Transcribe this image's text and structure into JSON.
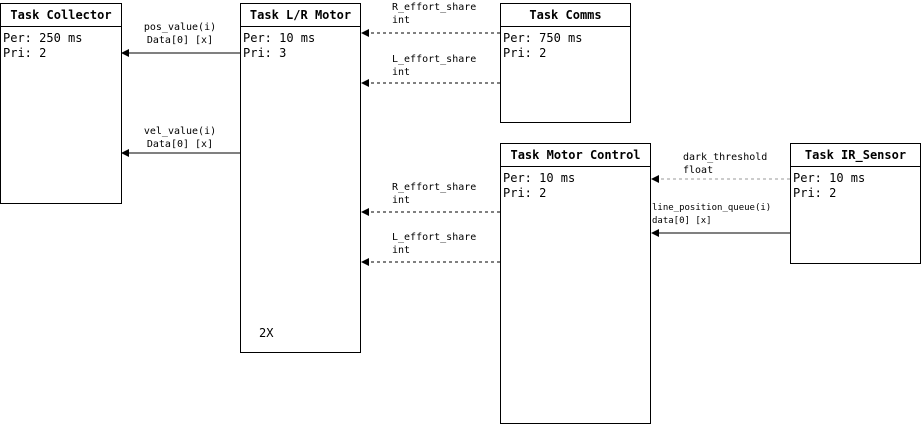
{
  "tasks": {
    "collector": {
      "title": "Task Collector",
      "period": "Per: 250 ms",
      "priority": "Pri: 2"
    },
    "motor": {
      "title": "Task L/R Motor",
      "period": "Per: 10 ms",
      "priority": "Pri: 3",
      "instances": "2X"
    },
    "comms": {
      "title": "Task Comms",
      "period": "Per: 750 ms",
      "priority": "Pri: 2"
    },
    "motor_control": {
      "title": "Task Motor Control",
      "period": "Per: 10 ms",
      "priority": "Pri: 2"
    },
    "ir_sensor": {
      "title": "Task IR_Sensor",
      "period": "Per: 10 ms",
      "priority": "Pri: 2"
    }
  },
  "links": {
    "pos_value": {
      "name": "pos_value(i)",
      "type": "Data[0] [x]"
    },
    "vel_value": {
      "name": "vel_value(i)",
      "type": "Data[0] [x]"
    },
    "comms_r_effort": {
      "name": "R_effort_share",
      "type": "int"
    },
    "comms_l_effort": {
      "name": "L_effort_share",
      "type": "int"
    },
    "control_r_effort": {
      "name": "R_effort_share",
      "type": "int"
    },
    "control_l_effort": {
      "name": "L_effort_share",
      "type": "int"
    },
    "dark_threshold": {
      "name": "dark_threshold",
      "type": "float"
    },
    "line_position": {
      "name": "line_position_queue(i)",
      "type": "data[0] [x]"
    }
  }
}
